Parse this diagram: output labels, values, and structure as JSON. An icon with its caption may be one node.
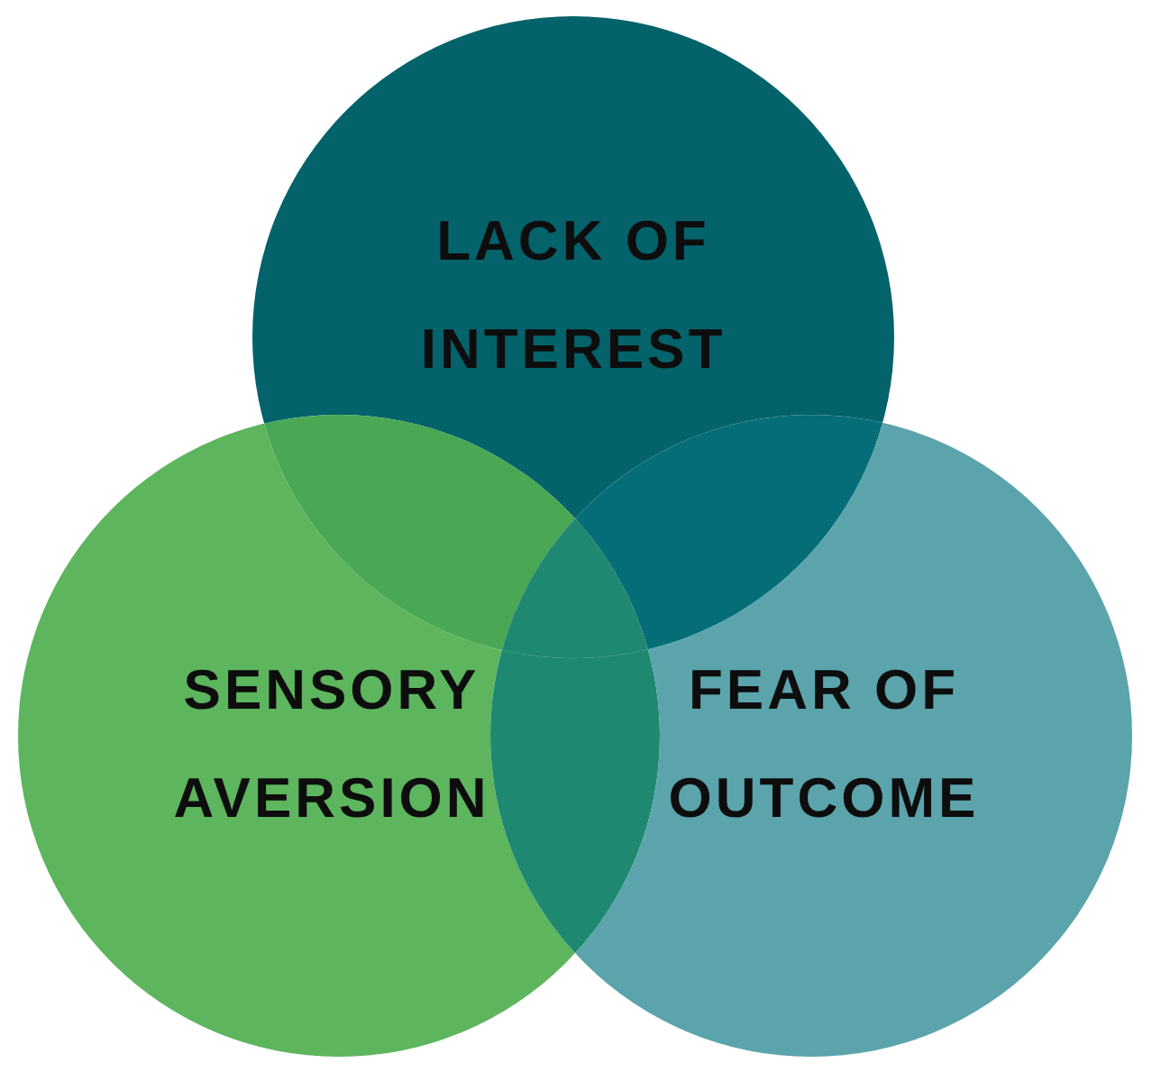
{
  "diagram": {
    "nodes": [
      {
        "text": [
          "LACK OF INTEREST"
        ]
      },
      {
        "text": [
          "SENSORY AVERSION"
        ]
      },
      {
        "text": [
          "FEAR OF OUTCOME"
        ]
      }
    ]
  }
}
